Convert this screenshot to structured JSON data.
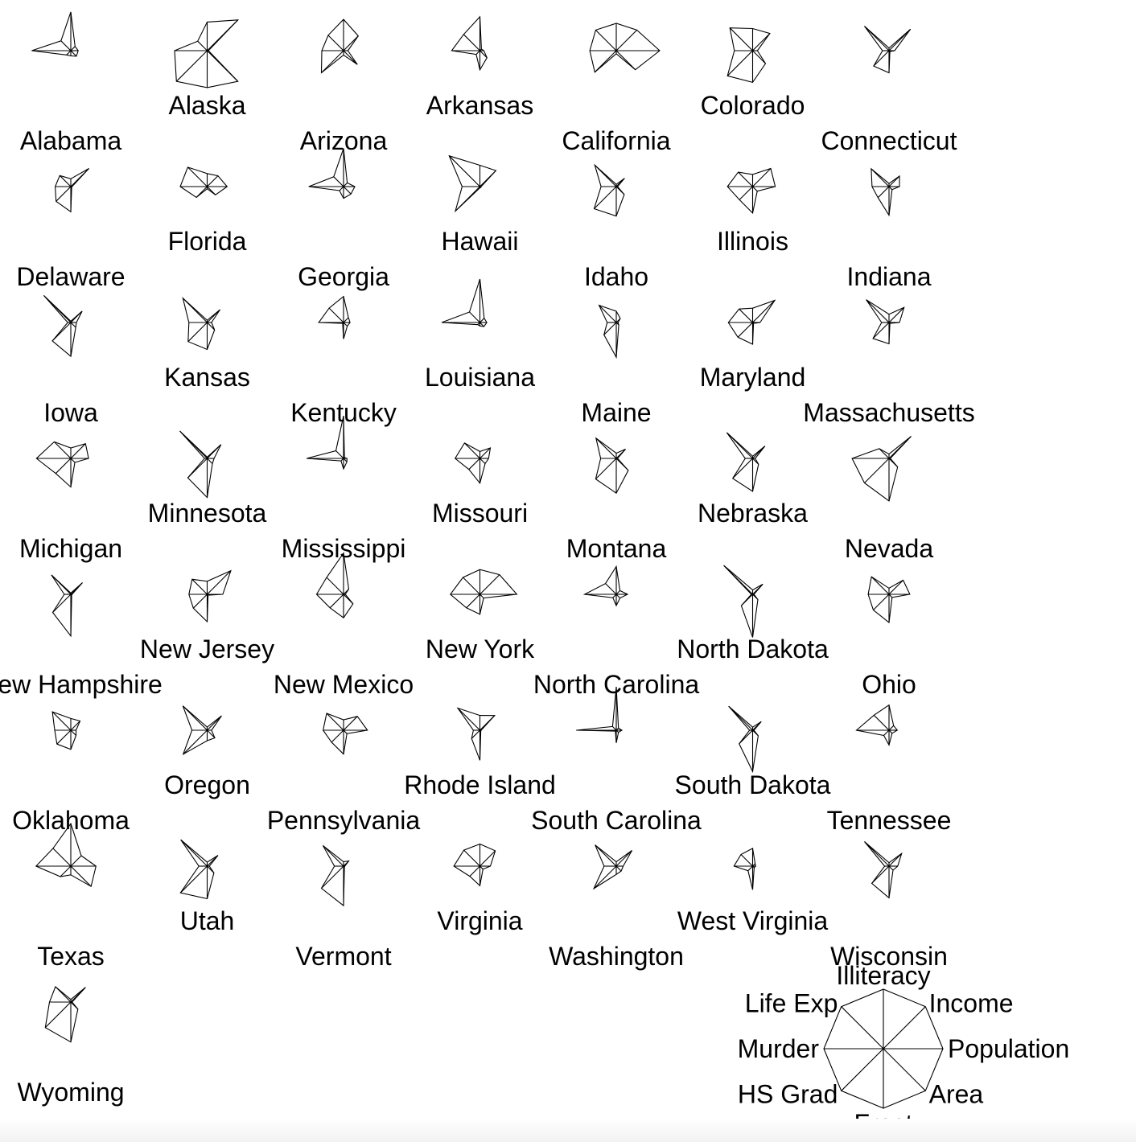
{
  "chart_data": {
    "type": "star",
    "variables": [
      "Population",
      "Income",
      "Illiteracy",
      "Life Exp",
      "Murder",
      "HS Grad",
      "Frost",
      "Area"
    ],
    "key_labels": [
      "Population",
      "Income",
      "Illiteracy",
      "Life Exp",
      "Murder",
      "HS Grad",
      "Frost",
      "Area"
    ],
    "states": [
      {
        "name": "Alabama",
        "values": [
          0.17,
          0.14,
          0.89,
          0.32,
          0.9,
          0.14,
          0.12,
          0.18
        ]
      },
      {
        "name": "Alaska",
        "values": [
          0.0,
          1.0,
          0.66,
          0.31,
          0.75,
          1.0,
          0.85,
          1.0
        ]
      },
      {
        "name": "Arizona",
        "values": [
          0.1,
          0.48,
          0.72,
          0.5,
          0.5,
          0.72,
          0.1,
          0.45
        ]
      },
      {
        "name": "Arkansas",
        "values": [
          0.09,
          0.05,
          0.78,
          0.53,
          0.65,
          0.12,
          0.44,
          0.23
        ]
      },
      {
        "name": "California",
        "values": [
          1.0,
          0.67,
          0.63,
          0.67,
          0.61,
          0.7,
          0.07,
          0.62
        ]
      },
      {
        "name": "Colorado",
        "values": [
          0.11,
          0.56,
          0.51,
          0.74,
          0.42,
          0.82,
          0.73,
          0.42
        ]
      },
      {
        "name": "Connecticut",
        "values": [
          0.13,
          0.7,
          0.06,
          0.8,
          0.15,
          0.5,
          0.51,
          0.01
        ]
      },
      {
        "name": "Delaware",
        "values": [
          0.01,
          0.59,
          0.18,
          0.36,
          0.36,
          0.48,
          0.58,
          0.02
        ]
      },
      {
        "name": "Florida",
        "values": [
          0.46,
          0.35,
          0.3,
          0.63,
          0.62,
          0.35,
          0.05,
          0.27
        ]
      },
      {
        "name": "Georgia",
        "values": [
          0.26,
          0.12,
          0.88,
          0.32,
          0.8,
          0.13,
          0.27,
          0.24
        ]
      },
      {
        "name": "Hawaii",
        "values": [
          0.03,
          0.52,
          0.49,
          1.0,
          0.41,
          0.8,
          0.0,
          0.02
        ]
      },
      {
        "name": "Idaho",
        "values": [
          0.03,
          0.27,
          0.05,
          0.7,
          0.35,
          0.72,
          0.68,
          0.26
        ]
      },
      {
        "name": "Illinois",
        "values": [
          0.52,
          0.59,
          0.28,
          0.47,
          0.58,
          0.43,
          0.61,
          0.15
        ]
      },
      {
        "name": "Indiana",
        "values": [
          0.24,
          0.34,
          0.07,
          0.58,
          0.39,
          0.36,
          0.66,
          0.1
        ]
      },
      {
        "name": "Iowa",
        "values": [
          0.13,
          0.37,
          0.03,
          0.88,
          0.07,
          0.6,
          0.78,
          0.16
        ]
      },
      {
        "name": "Kansas",
        "values": [
          0.1,
          0.42,
          0.05,
          0.79,
          0.42,
          0.62,
          0.62,
          0.24
        ]
      },
      {
        "name": "Kentucky",
        "values": [
          0.15,
          0.16,
          0.6,
          0.47,
          0.57,
          0.0,
          0.38,
          0.12
        ]
      },
      {
        "name": "Louisiana",
        "values": [
          0.16,
          0.14,
          1.0,
          0.34,
          0.88,
          0.07,
          0.08,
          0.13
        ]
      },
      {
        "name": "Maine",
        "values": [
          0.04,
          0.13,
          0.26,
          0.56,
          0.21,
          0.4,
          0.8,
          0.08
        ]
      },
      {
        "name": "Maryland",
        "values": [
          0.17,
          0.72,
          0.33,
          0.44,
          0.56,
          0.48,
          0.5,
          0.02
        ]
      },
      {
        "name": "Massachusetts",
        "values": [
          0.24,
          0.49,
          0.19,
          0.74,
          0.17,
          0.52,
          0.49,
          0.02
        ]
      },
      {
        "name": "Michigan",
        "values": [
          0.41,
          0.48,
          0.24,
          0.54,
          0.79,
          0.49,
          0.66,
          0.13
        ]
      },
      {
        "name": "Minnesota",
        "values": [
          0.16,
          0.45,
          0.03,
          0.89,
          0.06,
          0.63,
          0.9,
          0.17
        ]
      },
      {
        "name": "Mississippi",
        "values": [
          0.08,
          0.0,
          0.98,
          0.25,
          0.85,
          0.08,
          0.24,
          0.11
        ]
      },
      {
        "name": "Missouri",
        "values": [
          0.2,
          0.34,
          0.16,
          0.5,
          0.57,
          0.36,
          0.57,
          0.17
        ]
      },
      {
        "name": "Montana",
        "values": [
          0.01,
          0.3,
          0.12,
          0.66,
          0.36,
          0.67,
          0.8,
          0.39
        ]
      },
      {
        "name": "Nebraska",
        "values": [
          0.06,
          0.4,
          0.05,
          0.84,
          0.17,
          0.65,
          0.76,
          0.19
        ]
      },
      {
        "name": "Nevada",
        "values": [
          0.0,
          0.72,
          0.1,
          0.32,
          0.85,
          0.8,
          0.98,
          0.28
        ]
      },
      {
        "name": "New Hampshire",
        "values": [
          0.02,
          0.38,
          0.03,
          0.63,
          0.15,
          0.59,
          0.96,
          0.02
        ]
      },
      {
        "name": "New Jersey",
        "values": [
          0.36,
          0.77,
          0.3,
          0.49,
          0.42,
          0.45,
          0.63,
          0.02
        ]
      },
      {
        "name": "New Mexico",
        "values": [
          0.04,
          0.17,
          0.95,
          0.55,
          0.62,
          0.44,
          0.54,
          0.31
        ]
      },
      {
        "name": "New York",
        "values": [
          0.85,
          0.64,
          0.57,
          0.55,
          0.68,
          0.44,
          0.46,
          0.12
        ]
      },
      {
        "name": "North Carolina",
        "values": [
          0.26,
          0.12,
          0.64,
          0.35,
          0.73,
          0.11,
          0.26,
          0.12
        ]
      },
      {
        "name": "North Dakota",
        "values": [
          0.01,
          0.33,
          0.1,
          0.94,
          0.01,
          0.37,
          0.99,
          0.17
        ]
      },
      {
        "name": "Ohio",
        "values": [
          0.48,
          0.46,
          0.14,
          0.57,
          0.48,
          0.51,
          0.65,
          0.1
        ]
      },
      {
        "name": "Oklahoma",
        "values": [
          0.12,
          0.3,
          0.27,
          0.6,
          0.37,
          0.45,
          0.44,
          0.17
        ]
      },
      {
        "name": "Oregon",
        "values": [
          0.1,
          0.47,
          0.07,
          0.79,
          0.35,
          0.78,
          0.24,
          0.25
        ]
      },
      {
        "name": "Pennsylvania",
        "values": [
          0.55,
          0.45,
          0.24,
          0.55,
          0.47,
          0.39,
          0.55,
          0.11
        ]
      },
      {
        "name": "Rhode Island",
        "values": [
          0.02,
          0.48,
          0.34,
          0.72,
          0.15,
          0.27,
          0.69,
          0.0
        ]
      },
      {
        "name": "South Carolina",
        "values": [
          0.13,
          0.07,
          1.0,
          0.12,
          0.92,
          0.02,
          0.29,
          0.07
        ]
      },
      {
        "name": "South Dakota",
        "values": [
          0.02,
          0.28,
          0.07,
          0.78,
          0.07,
          0.44,
          0.95,
          0.18
        ]
      },
      {
        "name": "Tennessee",
        "values": [
          0.19,
          0.15,
          0.58,
          0.49,
          0.75,
          0.17,
          0.34,
          0.1
        ]
      },
      {
        "name": "Texas",
        "values": [
          0.58,
          0.34,
          0.98,
          0.58,
          0.8,
          0.34,
          0.2,
          0.66
        ]
      },
      {
        "name": "Utah",
        "values": [
          0.05,
          0.35,
          0.09,
          0.86,
          0.19,
          0.87,
          0.75,
          0.22
        ]
      },
      {
        "name": "Vermont",
        "values": [
          0.01,
          0.17,
          0.1,
          0.67,
          0.21,
          0.72,
          0.91,
          0.02
        ]
      },
      {
        "name": "Virginia",
        "values": [
          0.24,
          0.5,
          0.51,
          0.52,
          0.6,
          0.33,
          0.45,
          0.1
        ]
      },
      {
        "name": "Washington",
        "values": [
          0.16,
          0.51,
          0.1,
          0.69,
          0.28,
          0.73,
          0.19,
          0.16
        ]
      },
      {
        "name": "West Virginia",
        "values": [
          0.07,
          0.08,
          0.41,
          0.38,
          0.43,
          0.15,
          0.54,
          0.05
        ]
      },
      {
        "name": "Wisconsin",
        "values": [
          0.2,
          0.41,
          0.08,
          0.8,
          0.1,
          0.56,
          0.73,
          0.13
        ]
      },
      {
        "name": "Wyoming",
        "values": [
          0.0,
          0.48,
          0.06,
          0.5,
          0.49,
          0.83,
          0.92,
          0.23
        ]
      }
    ]
  }
}
